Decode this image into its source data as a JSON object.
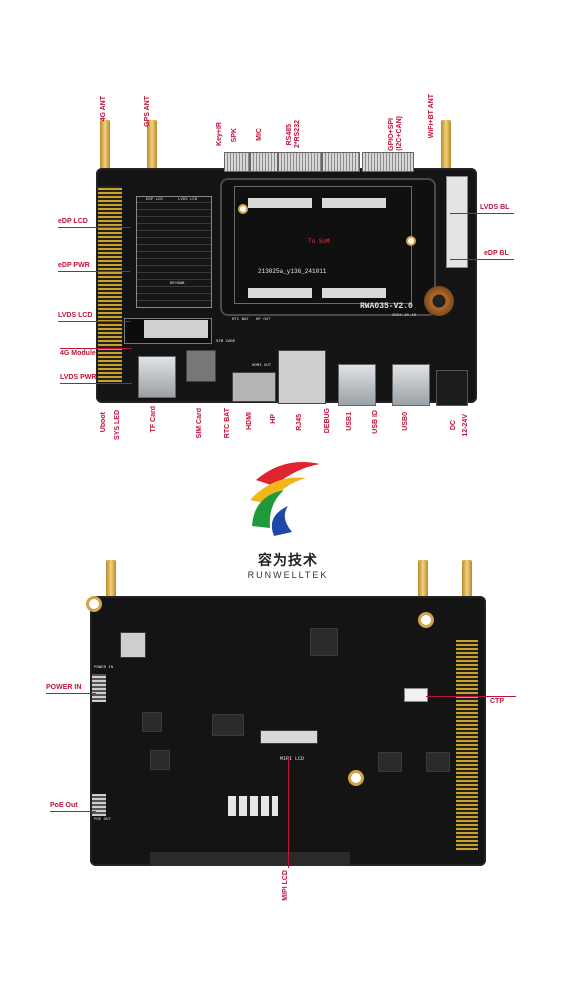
{
  "colors": {
    "label": "#c0123a",
    "pcb": "#141414",
    "gold": "#cfa44a"
  },
  "brand": {
    "cn": "容为技术",
    "en": "RUNWELLTEK"
  },
  "top_board": {
    "silk_model": "RWA035-V2.0",
    "silk_date": "2024-10-10",
    "silk_id": "213025a_y136_241011",
    "silk_tosom": "To SoM",
    "silk_edp_lcd": "EDP LCD",
    "silk_lvds_lcd": "LVDS LCD",
    "silk_key": "KEY&WB",
    "silk_sim": "SIM CARD",
    "silk_rtc": "RTC BAT",
    "silk_hp": "HP OUT",
    "silk_hdmi": "HDMI OUT",
    "labels": {
      "ant_4g": "4G ANT",
      "ant_gps": "GPS ANT",
      "keyir": "Key+IR",
      "spk": "SPK",
      "mic": "MIC",
      "rs485": "RS485",
      "rs232": "2*RS232",
      "gpio": "GPIO+SPI",
      "i2c_can": "(I2C+CAN)",
      "wifi_bt": "WiFi+BT ANT",
      "edp_lcd": "eDP LCD",
      "edp_pwr": "eDP PWR",
      "lvds_lcd": "LVDS LCD",
      "module_4g": "4G Module",
      "lvds_pwr": "LVDS PWR",
      "lvds_bl": "LVDS BL",
      "edp_bl": "eDP BL",
      "uboot": "Uboot",
      "sys_led": "SYS LED",
      "tf_card": "TF Card",
      "sim_card": "SIM Card",
      "rtc_bat": "RTC BAT",
      "hdmi": "HDMI",
      "hp": "HP",
      "rj45": "RJ45",
      "debug": "DEBUG",
      "usb1": "USB1",
      "usb_id": "USB ID",
      "usb0": "USB0",
      "dc": "DC",
      "dc_v": "12-24V"
    }
  },
  "bottom_board": {
    "silk_mipi": "MIPI LCD",
    "silk_poe": "POE OUT",
    "silk_pwr": "POWER IN",
    "labels": {
      "power_in": "POWER IN",
      "poe_out": "PoE Out",
      "ctp": "CTP",
      "mipi_lcd": "MIPI LCD"
    }
  }
}
